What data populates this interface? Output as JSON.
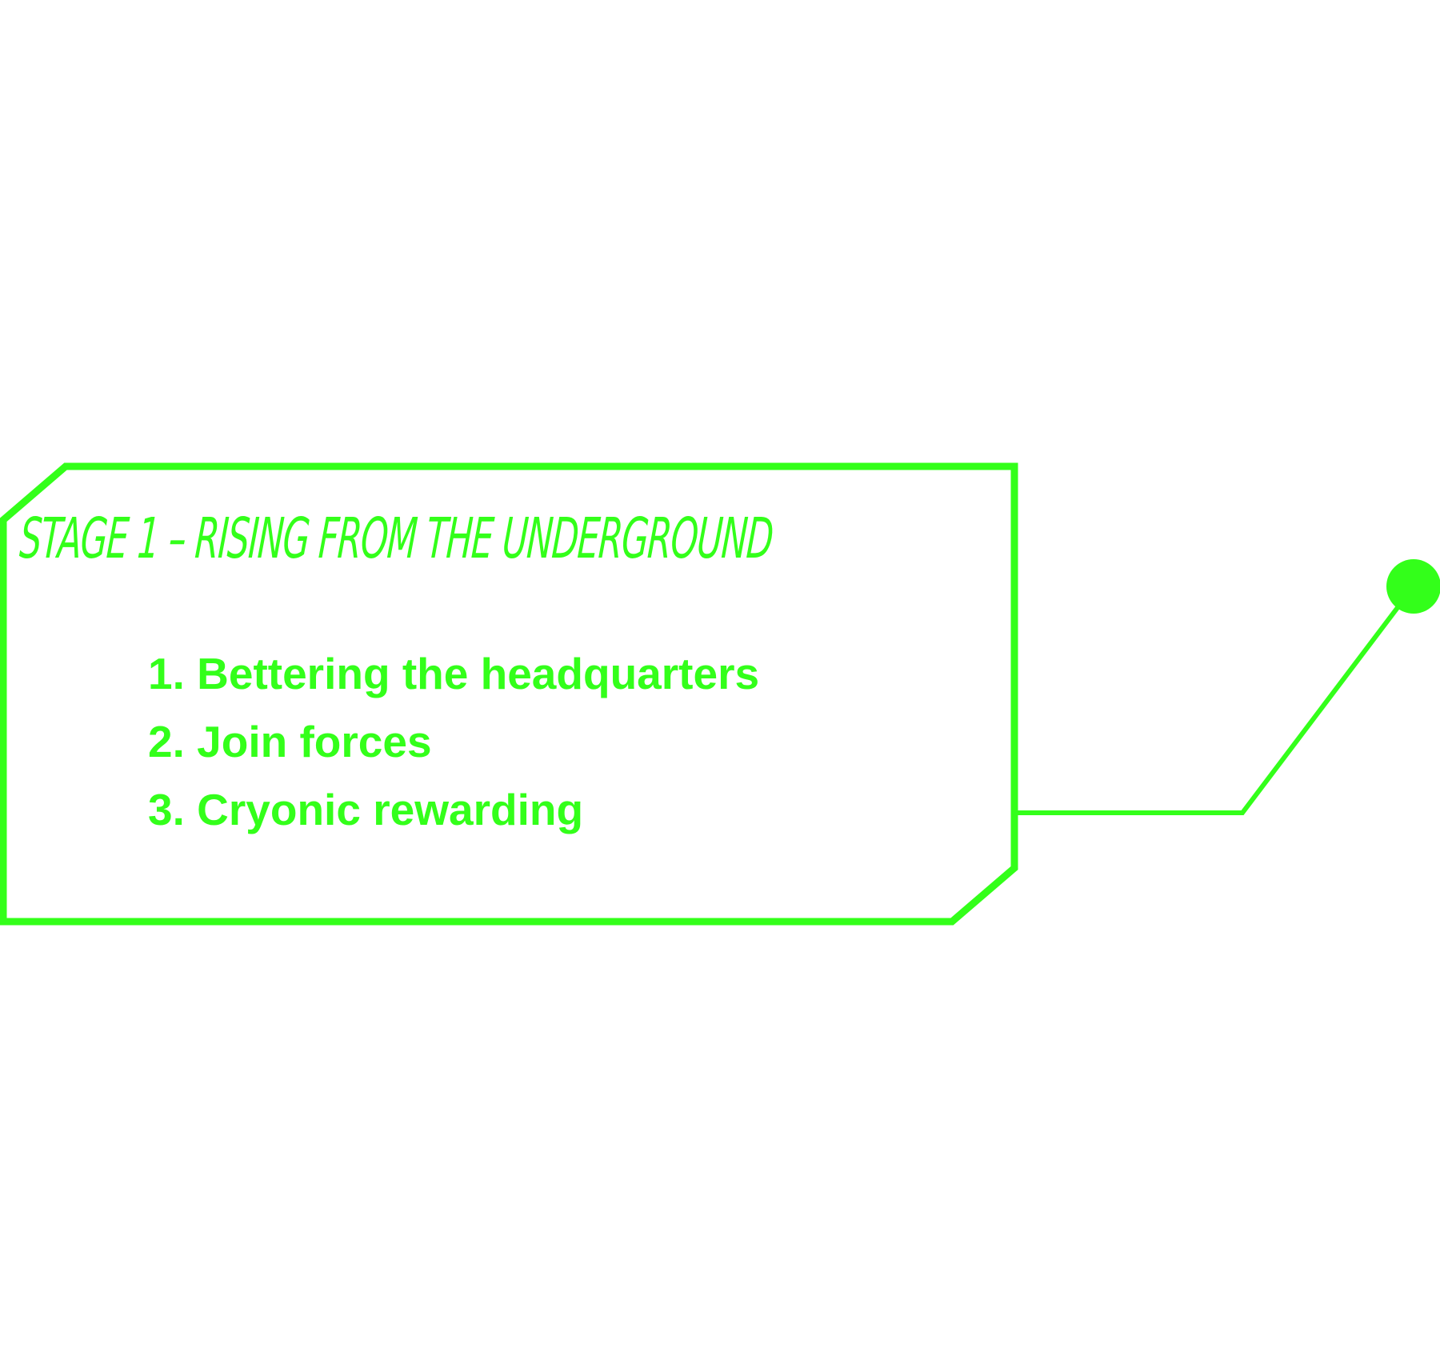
{
  "colors": {
    "accent": "#33ff1a",
    "background": "#ffffff"
  },
  "stage": {
    "title": "STAGE 1 – RISING FROM THE UNDERGROUND",
    "items": [
      "1. Bettering the headquarters",
      "2. Join forces",
      "3. Cryonic rewarding"
    ]
  }
}
